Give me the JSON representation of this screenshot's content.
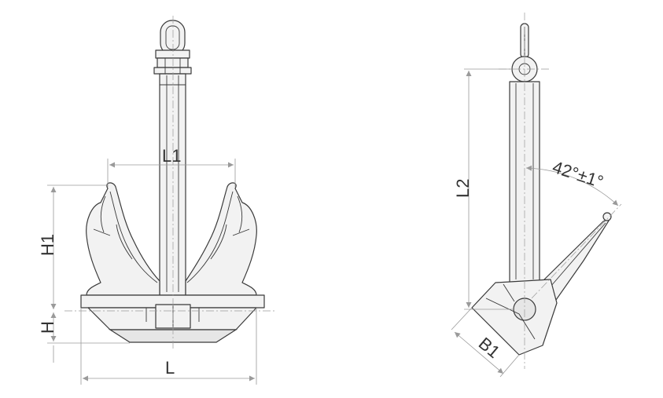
{
  "dimensions": {
    "L1": "L1",
    "H1": "H1",
    "H": "H",
    "L": "L",
    "L2": "L2",
    "B1": "B1",
    "angle": "42°±1°"
  },
  "colors": {
    "background": "#ffffff",
    "outline": "#3a3a3a",
    "dimension_line": "#9a9a9a",
    "part_fill": "#f2f2f2"
  }
}
